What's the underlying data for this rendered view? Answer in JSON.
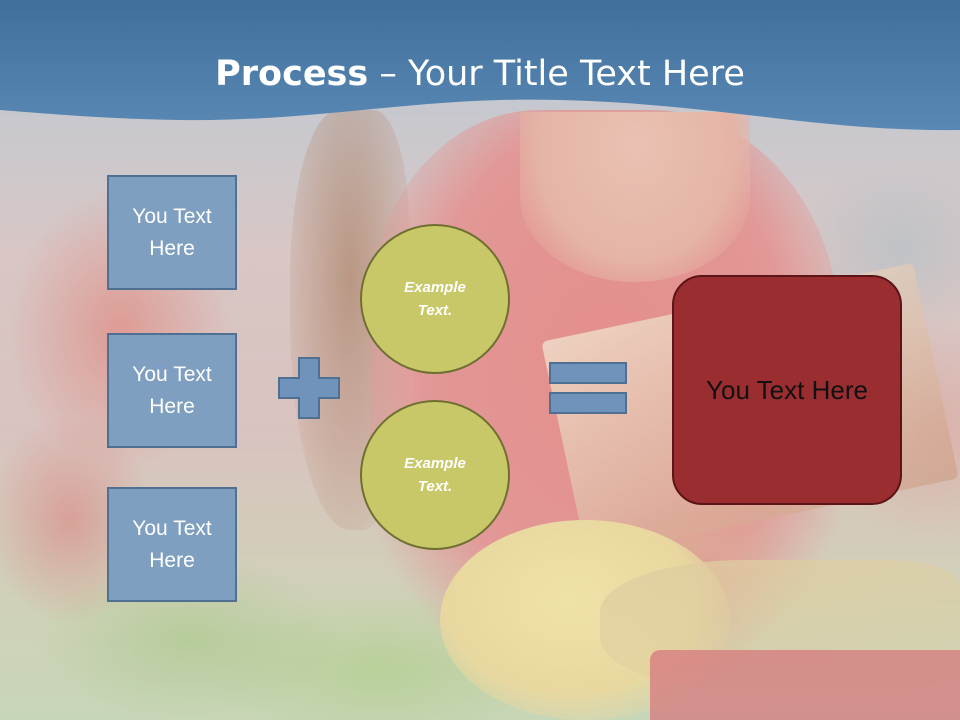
{
  "title": {
    "bold_part": "Process",
    "rest_part": " – Your Title Text Here"
  },
  "left_boxes": [
    {
      "text": "You Text Here"
    },
    {
      "text": "You Text Here"
    },
    {
      "text": "You Text Here"
    }
  ],
  "circles": [
    {
      "text": "Example Text."
    },
    {
      "text": "Example Text."
    }
  ],
  "result_box": {
    "text": "You Text Here"
  },
  "colors": {
    "banner": "#4a7aa8",
    "left_box_fill": "#7f9fc1",
    "left_box_border": "#4f6f93",
    "circle_fill": "#c8c868",
    "circle_border": "#6f6f32",
    "result_fill": "#9a2d30",
    "result_border": "#5c1416",
    "operator_fill": "#6f93bb"
  }
}
